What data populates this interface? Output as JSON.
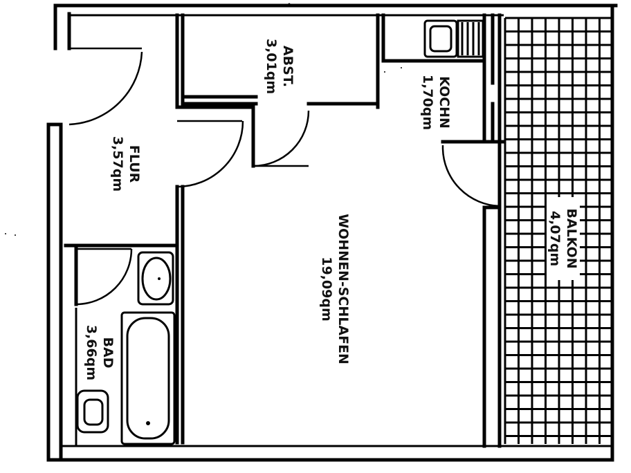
{
  "floorplan": {
    "rooms": [
      {
        "id": "flur",
        "name": "FLUR",
        "area": "3,57qm"
      },
      {
        "id": "abst",
        "name": "ABST.",
        "area": "3,01qm"
      },
      {
        "id": "kochn",
        "name": "KOCHN",
        "area": "1,70qm"
      },
      {
        "id": "wohnen",
        "name": "WOHNEN-SCHLAFEN",
        "area": "19,09qm"
      },
      {
        "id": "bad",
        "name": "BAD",
        "area": "3,66qm"
      },
      {
        "id": "balkon",
        "name": "BALKON",
        "area": "4,07qm"
      }
    ]
  }
}
